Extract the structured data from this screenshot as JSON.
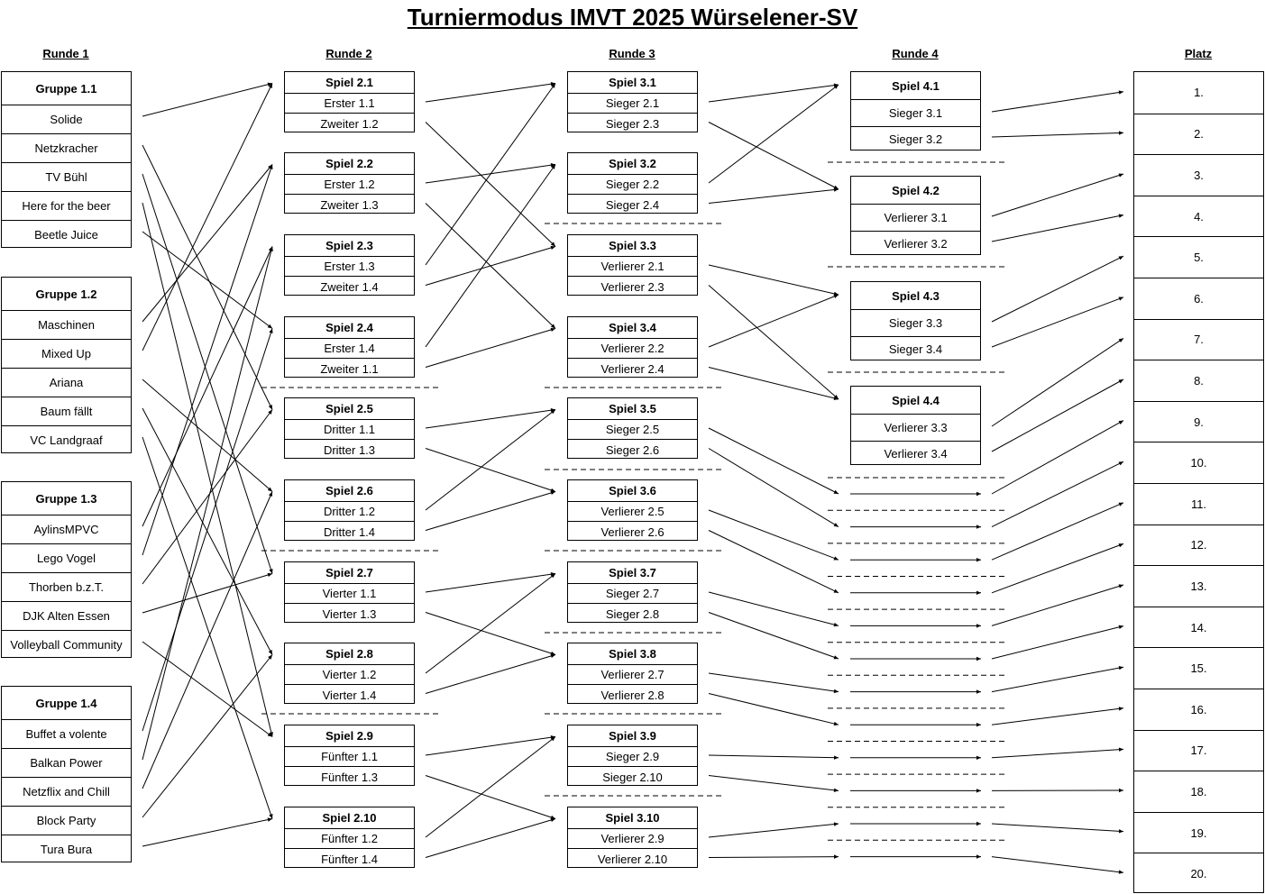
{
  "title": "Turniermodus IMVT 2025 Würselener-SV",
  "columns": {
    "runde1": "Runde 1",
    "runde2": "Runde 2",
    "runde3": "Runde 3",
    "runde4": "Runde 4",
    "platz": "Platz"
  },
  "groups": [
    {
      "name": "Gruppe 1.1",
      "teams": [
        "Solide",
        "Netzkracher",
        "TV Bühl",
        "Here for the beer",
        "Beetle Juice"
      ]
    },
    {
      "name": "Gruppe 1.2",
      "teams": [
        "Maschinen",
        "Mixed Up",
        "Ariana",
        "Baum fällt",
        "VC Landgraaf"
      ]
    },
    {
      "name": "Gruppe 1.3",
      "teams": [
        "AylinsMPVC",
        "Lego Vogel",
        "Thorben b.z.T.",
        "DJK Alten Essen",
        "Volleyball Community"
      ]
    },
    {
      "name": "Gruppe 1.4",
      "teams": [
        "Buffet a volente",
        "Balkan Power",
        "Netzflix and Chill",
        "Block Party",
        "Tura Bura"
      ]
    }
  ],
  "round2": [
    {
      "name": "Spiel 2.1",
      "a": "Erster 1.1",
      "b": "Zweiter 1.2"
    },
    {
      "name": "Spiel 2.2",
      "a": "Erster 1.2",
      "b": "Zweiter 1.3"
    },
    {
      "name": "Spiel 2.3",
      "a": "Erster 1.3",
      "b": "Zweiter 1.4"
    },
    {
      "name": "Spiel 2.4",
      "a": "Erster 1.4",
      "b": "Zweiter 1.1"
    },
    {
      "name": "Spiel 2.5",
      "a": "Dritter 1.1",
      "b": "Dritter 1.3"
    },
    {
      "name": "Spiel 2.6",
      "a": "Dritter 1.2",
      "b": "Dritter 1.4"
    },
    {
      "name": "Spiel 2.7",
      "a": "Vierter 1.1",
      "b": "Vierter 1.3"
    },
    {
      "name": "Spiel 2.8",
      "a": "Vierter 1.2",
      "b": "Vierter 1.4"
    },
    {
      "name": "Spiel 2.9",
      "a": "Fünfter 1.1",
      "b": "Fünfter 1.3"
    },
    {
      "name": "Spiel 2.10",
      "a": "Fünfter 1.2",
      "b": "Fünfter 1.4"
    }
  ],
  "round3": [
    {
      "name": "Spiel 3.1",
      "a": "Sieger 2.1",
      "b": "Sieger 2.3"
    },
    {
      "name": "Spiel 3.2",
      "a": "Sieger 2.2",
      "b": "Sieger 2.4"
    },
    {
      "name": "Spiel 3.3",
      "a": "Verlierer 2.1",
      "b": "Verlierer 2.3"
    },
    {
      "name": "Spiel 3.4",
      "a": "Verlierer 2.2",
      "b": "Verlierer 2.4"
    },
    {
      "name": "Spiel 3.5",
      "a": "Sieger 2.5",
      "b": "Sieger 2.6"
    },
    {
      "name": "Spiel 3.6",
      "a": "Verlierer 2.5",
      "b": "Verlierer 2.6"
    },
    {
      "name": "Spiel 3.7",
      "a": "Sieger 2.7",
      "b": "Sieger 2.8"
    },
    {
      "name": "Spiel 3.8",
      "a": "Verlierer 2.7",
      "b": "Verlierer 2.8"
    },
    {
      "name": "Spiel 3.9",
      "a": "Sieger 2.9",
      "b": "Sieger 2.10"
    },
    {
      "name": "Spiel 3.10",
      "a": "Verlierer 2.9",
      "b": "Verlierer 2.10"
    }
  ],
  "round4": [
    {
      "name": "Spiel 4.1",
      "a": "Sieger 3.1",
      "b": "Sieger 3.2"
    },
    {
      "name": "Spiel 4.2",
      "a": "Verlierer 3.1",
      "b": "Verlierer 3.2"
    },
    {
      "name": "Spiel 4.3",
      "a": "Sieger 3.3",
      "b": "Sieger 3.4"
    },
    {
      "name": "Spiel 4.4",
      "a": "Verlierer 3.3",
      "b": "Verlierer 3.4"
    }
  ],
  "places": [
    "1.",
    "2.",
    "3.",
    "4.",
    "5.",
    "6.",
    "7.",
    "8.",
    "9.",
    "10.",
    "11.",
    "12.",
    "13.",
    "14.",
    "15.",
    "16.",
    "17.",
    "18.",
    "19.",
    "20."
  ]
}
